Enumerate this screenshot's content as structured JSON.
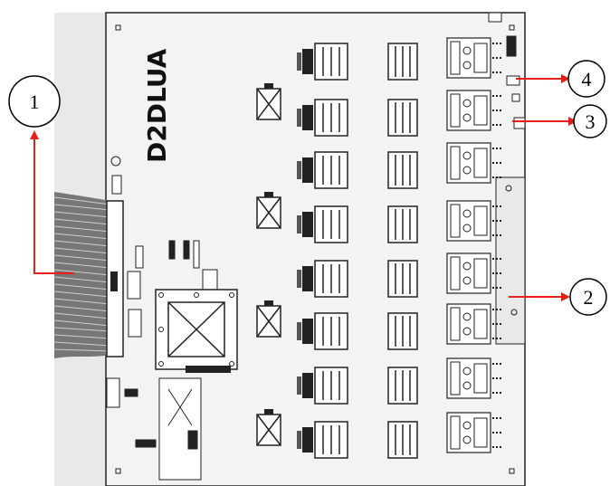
{
  "board": {
    "name": "D2DLUA",
    "bg_color": "#e9e9e9",
    "line_color": "#222222",
    "arrow_color": "#e8201a"
  },
  "callouts": [
    {
      "label": "1"
    },
    {
      "label": "2"
    },
    {
      "label": "3"
    },
    {
      "label": "4"
    }
  ]
}
